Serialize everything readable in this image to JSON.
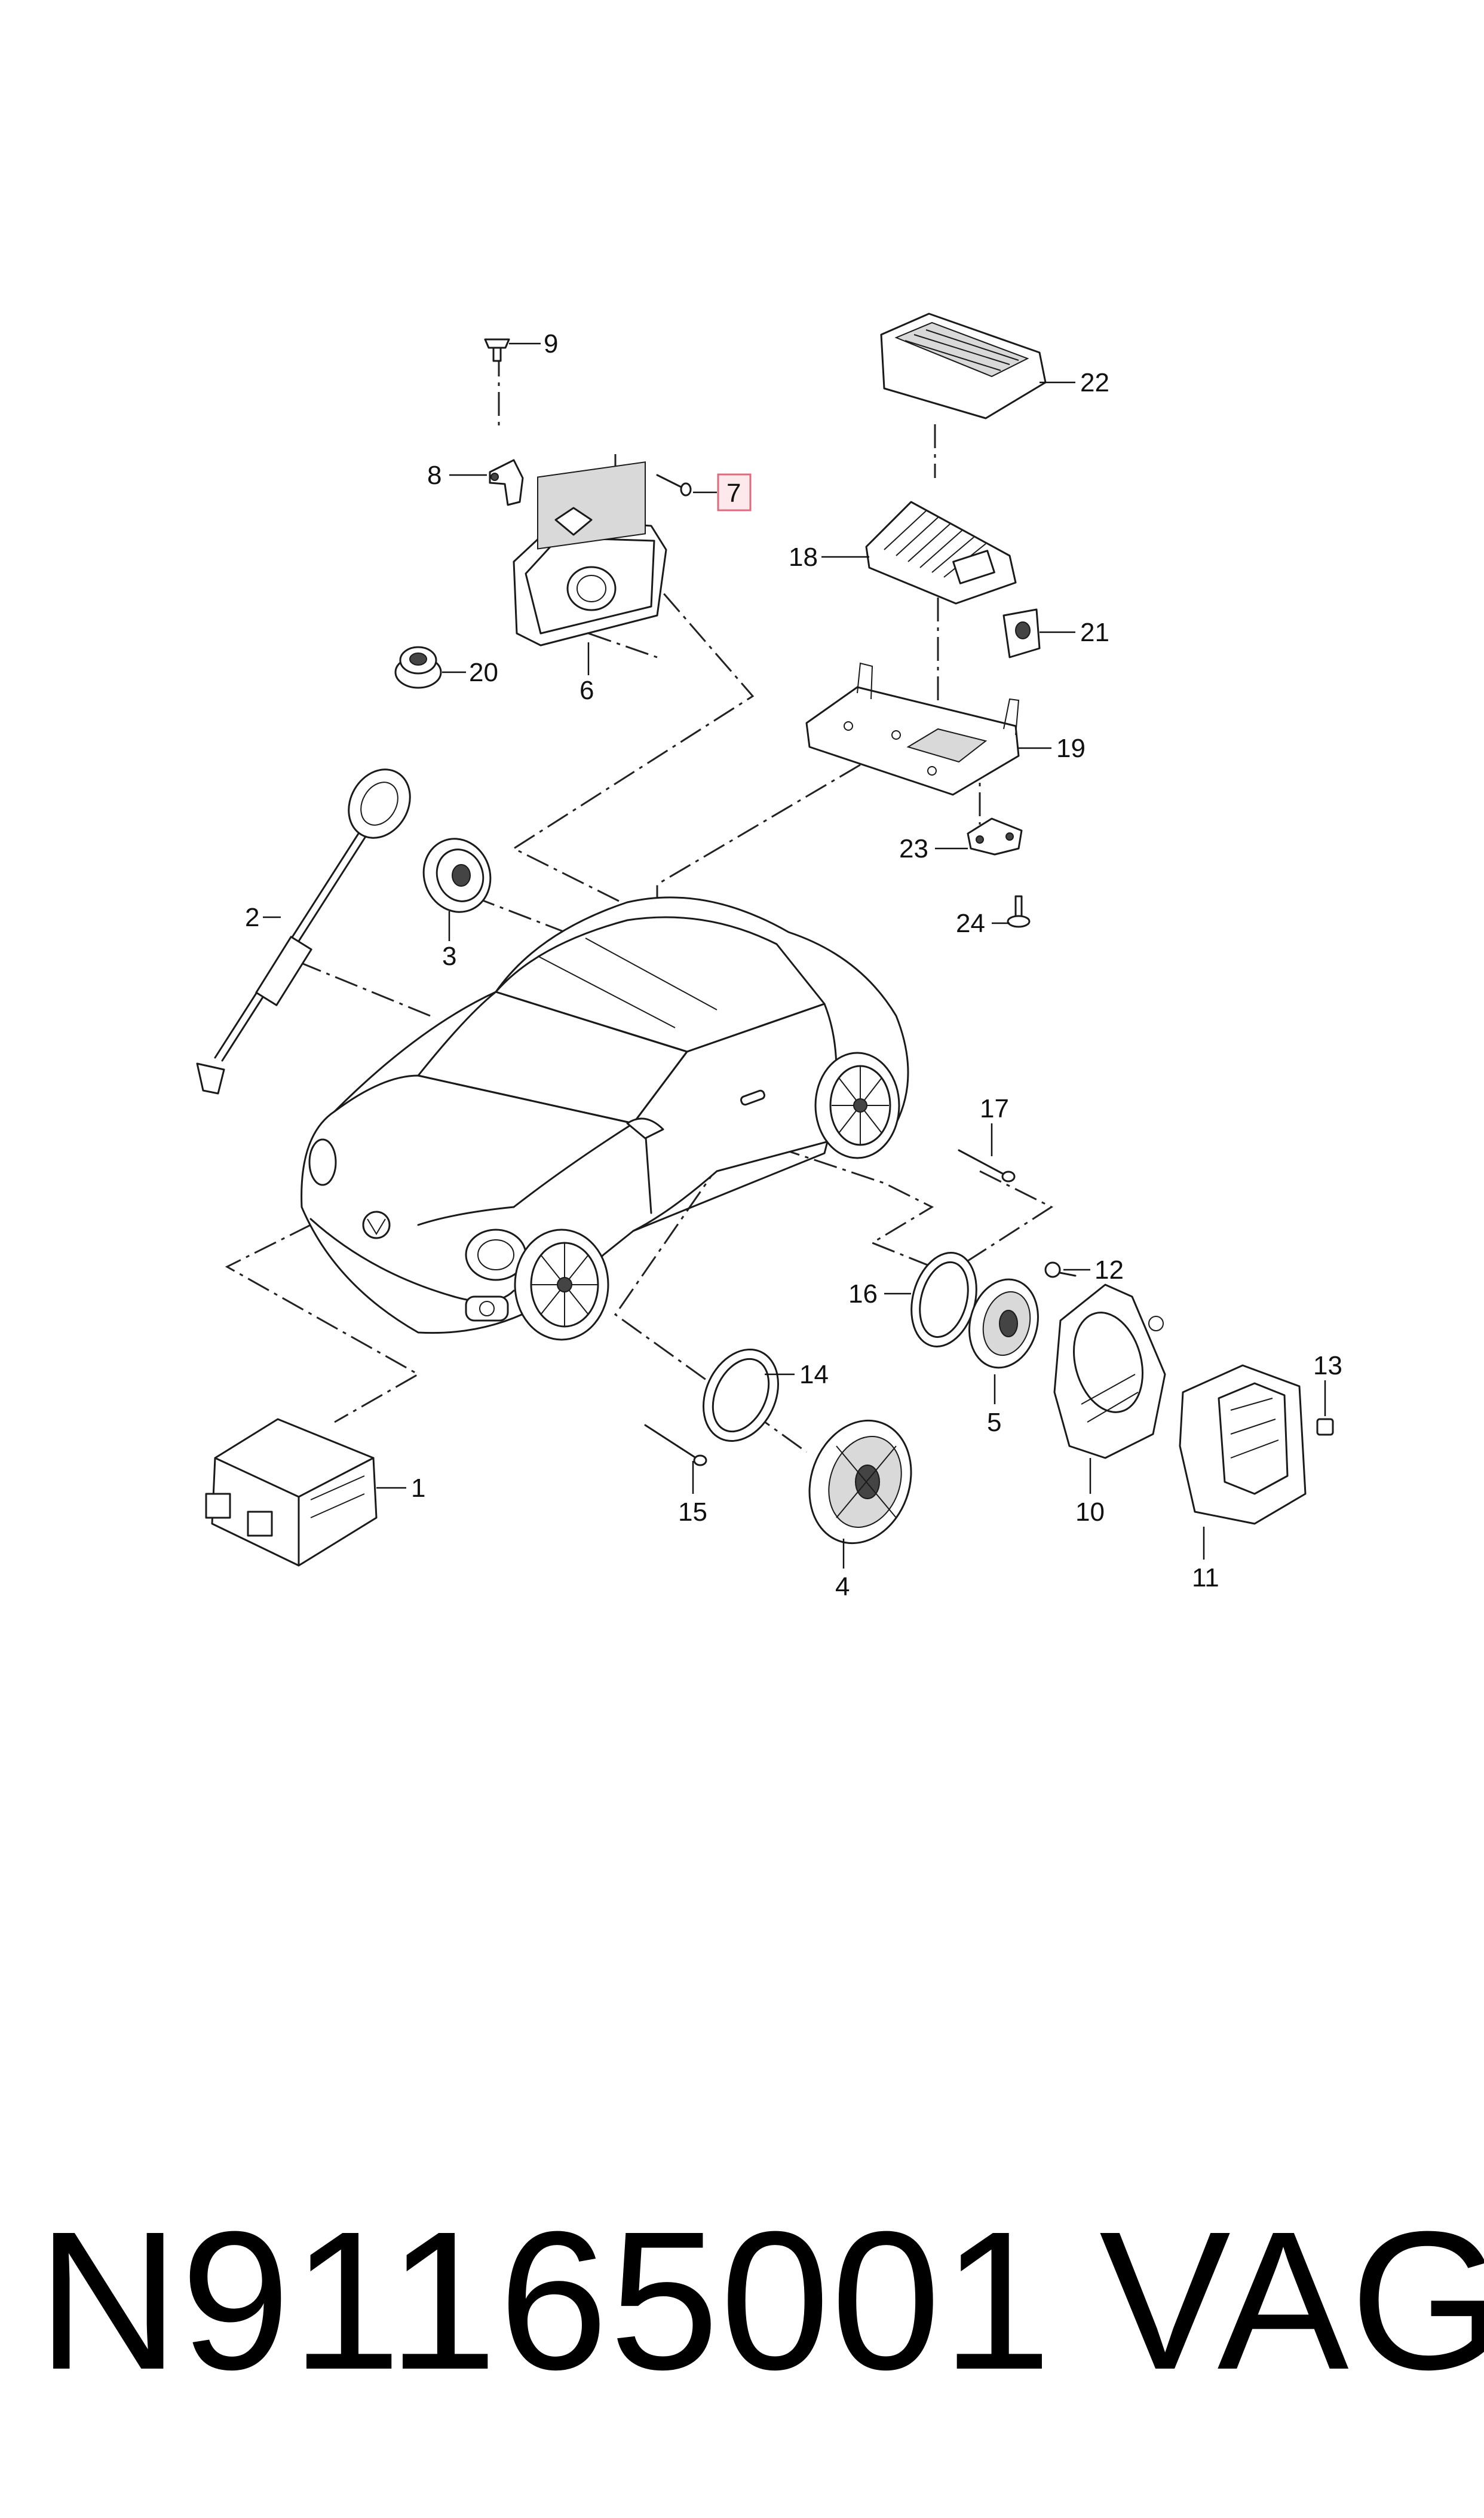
{
  "callouts": [
    {
      "id": "c1",
      "text": "1"
    },
    {
      "id": "c2",
      "text": "2"
    },
    {
      "id": "c3",
      "text": "3"
    },
    {
      "id": "c4",
      "text": "4"
    },
    {
      "id": "c5",
      "text": "5"
    },
    {
      "id": "c6",
      "text": "6"
    },
    {
      "id": "c7",
      "text": "7",
      "highlighted": true
    },
    {
      "id": "c8",
      "text": "8"
    },
    {
      "id": "c9",
      "text": "9"
    },
    {
      "id": "c10",
      "text": "10"
    },
    {
      "id": "c11",
      "text": "11"
    },
    {
      "id": "c12",
      "text": "12"
    },
    {
      "id": "c13",
      "text": "13"
    },
    {
      "id": "c14",
      "text": "14"
    },
    {
      "id": "c15",
      "text": "15"
    },
    {
      "id": "c16",
      "text": "16"
    },
    {
      "id": "c17",
      "text": "17"
    },
    {
      "id": "c18",
      "text": "18"
    },
    {
      "id": "c19",
      "text": "19"
    },
    {
      "id": "c20",
      "text": "20"
    },
    {
      "id": "c21",
      "text": "21"
    },
    {
      "id": "c22",
      "text": "22"
    },
    {
      "id": "c23",
      "text": "23"
    },
    {
      "id": "c24",
      "text": "24"
    }
  ],
  "footer": {
    "part_number": "N91165001",
    "brand": "VAG"
  },
  "colors": {
    "line": "#1a1a1a",
    "highlight_border": "#e06a7d",
    "highlight_fill": "#fde9ec"
  }
}
